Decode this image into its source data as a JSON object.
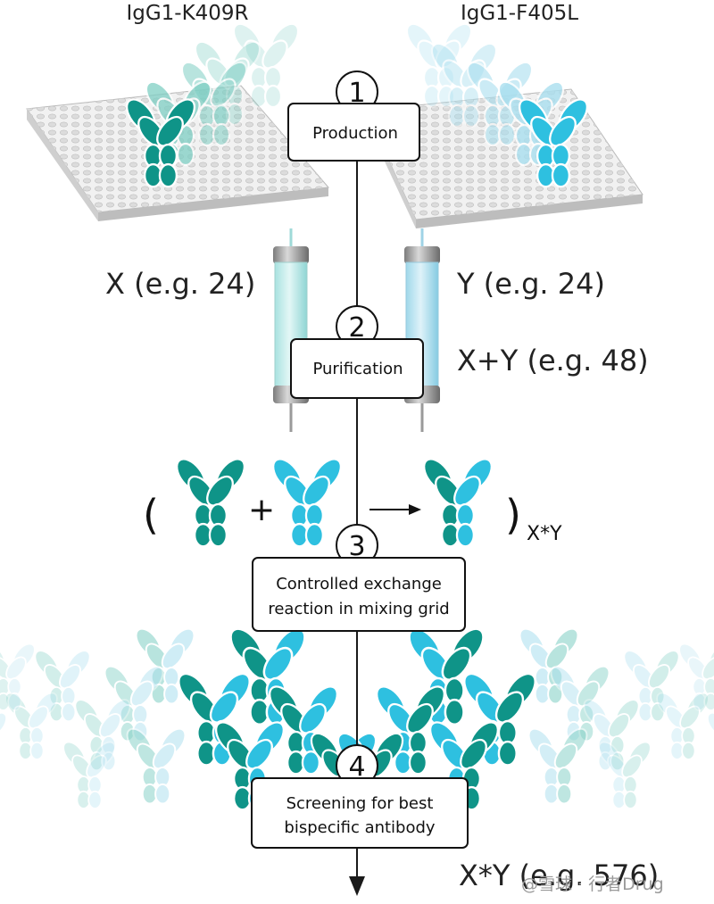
{
  "labels": {
    "top_left": "IgG1-K409R",
    "top_right": "IgG1-F405L",
    "x_count": "X (e.g. 24)",
    "y_count": "Y (e.g. 24)",
    "sum_count": "X+Y (e.g. 48)",
    "product_count": "X*Y (e.g. 576)",
    "reaction_open": "(",
    "reaction_plus": "+",
    "reaction_close": ")",
    "reaction_subscript": "X*Y",
    "watermark": "@雪球 · 行者Drug"
  },
  "steps": [
    {
      "number": "1",
      "lines": [
        "Production"
      ]
    },
    {
      "number": "2",
      "lines": [
        "Purification"
      ]
    },
    {
      "number": "3",
      "lines": [
        "Controlled exchange",
        "reaction in mixing grid"
      ]
    },
    {
      "number": "4",
      "lines": [
        "Screening for best",
        "bispecific antibody"
      ]
    }
  ],
  "colors": {
    "teal": "#0f9488",
    "blue": "#2ec0e0",
    "teal_light": "#7fcfc4",
    "blue_light": "#a9dfef",
    "column_liquid": "#bfe9f0",
    "flow_line": "#1a1a1a"
  }
}
